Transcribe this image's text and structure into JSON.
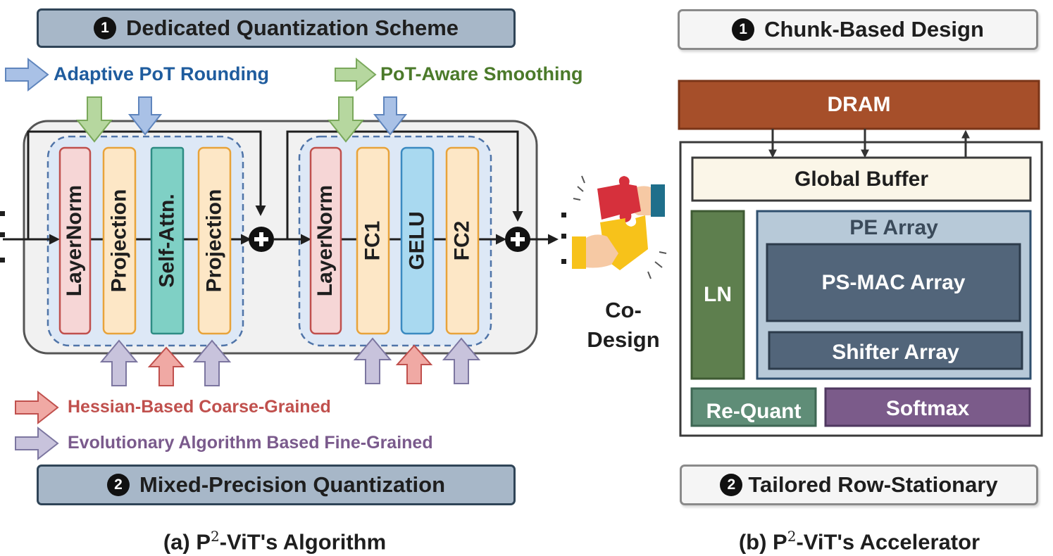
{
  "left": {
    "top_banner": {
      "number": "1",
      "label": "Dedicated Quantization Scheme"
    },
    "bottom_banner": {
      "number": "2",
      "label": "Mixed-Precision Quantization"
    },
    "legend_top": {
      "adaptive": "Adaptive PoT Rounding",
      "smoothing": "PoT-Aware Smoothing"
    },
    "legend_bottom": {
      "hessian": "Hessian-Based Coarse-Grained",
      "evolutionary": "Evolutionary Algorithm Based Fine-Grained"
    },
    "block1": [
      "LayerNorm",
      "Projection",
      "Self-Attn.",
      "Projection"
    ],
    "block2": [
      "LayerNorm",
      "FC1",
      "GELU",
      "FC2"
    ],
    "caption": {
      "prefix": "(a) P",
      "sup": "2",
      "rest": "-ViT's Algorithm"
    }
  },
  "codesign": {
    "label": "Co-\nDesign"
  },
  "right": {
    "top_banner": {
      "number": "1",
      "label": "Chunk-Based Design"
    },
    "bottom_banner": {
      "number": "2",
      "label": "Tailored Row-Stationary"
    },
    "dram": "DRAM",
    "global_buffer": "Global Buffer",
    "ln": "LN",
    "pe_array": "PE Array",
    "ps_mac": "PS-MAC Array",
    "shifter": "Shifter Array",
    "requant": "Re-Quant",
    "softmax": "Softmax",
    "caption": {
      "prefix": "(b) P",
      "sup": "2",
      "rest": "-ViT's Accelerator"
    }
  },
  "colors": {
    "adaptive_text": "#1f5c9e",
    "smoothing_text": "#4b7a2a",
    "hessian_text": "#c0504d",
    "evolutionary_text": "#7a5a8c",
    "dram": "#a64f2a",
    "pe_outer": "#b7c9d8",
    "pe_inner": "#52657a",
    "ln": "#5e7f4e",
    "requant": "#5f8d77",
    "softmax": "#7b5b8a"
  }
}
